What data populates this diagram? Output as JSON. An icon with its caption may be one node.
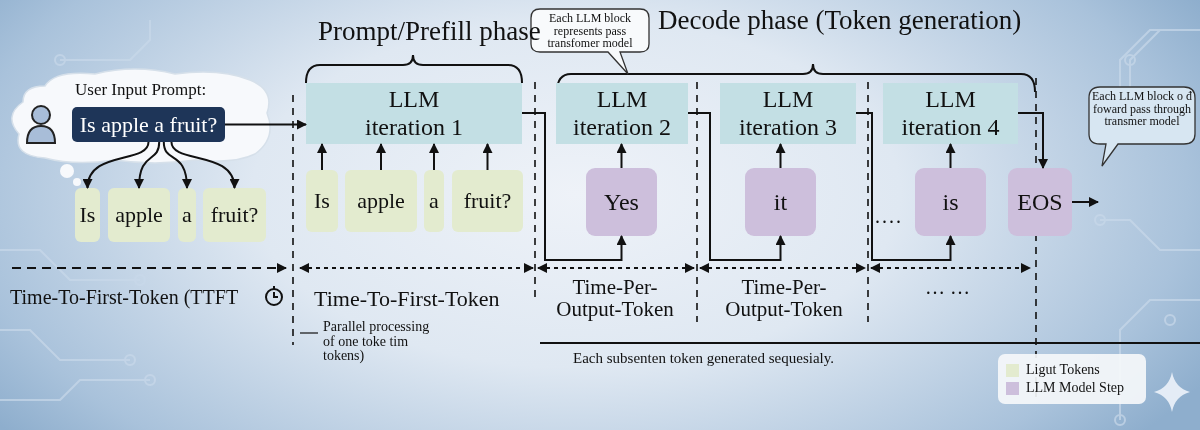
{
  "diagram": {
    "nodes": [
      {
        "text": [
          "User Input Prompt:"
        ]
      },
      {
        "text": [
          "Is apple a fruit?"
        ],
        "in": 0
      },
      {
        "text": [
          "Is"
        ]
      },
      {
        "text": [
          "apple"
        ]
      },
      {
        "text": [
          "a"
        ]
      },
      {
        "text": [
          "fruit?"
        ]
      },
      {
        "text": [
          "LLM iteration 1"
        ]
      },
      {
        "text": [
          "Is"
        ]
      },
      {
        "text": [
          "apple"
        ]
      },
      {
        "text": [
          "a"
        ]
      },
      {
        "text": [
          "fruit?"
        ]
      },
      {
        "text": [
          "LLM iteration 2"
        ]
      },
      {
        "text": [
          "Yes"
        ]
      },
      {
        "text": [
          "LLM iteration 3"
        ]
      },
      {
        "text": [
          "it"
        ]
      },
      {
        "text": [
          "LLM iteration 4"
        ]
      },
      {
        "text": [
          "is"
        ]
      },
      {
        "text": [
          "EOS"
        ]
      },
      {
        "text": [
          "Each LLM block represents pass transfomer model"
        ]
      },
      {
        "text": [
          "Each LLM block o đ foward pass through transmer model"
        ]
      }
    ],
    "edges": [
      {
        "from": 1,
        "to": 2,
        "arrow": "to"
      },
      {
        "from": 1,
        "to": 3,
        "arrow": "to"
      },
      {
        "from": 1,
        "to": 4,
        "arrow": "to"
      },
      {
        "from": 1,
        "to": 5,
        "arrow": "to"
      },
      {
        "from": 1,
        "to": 6,
        "arrow": "to"
      },
      {
        "from": 7,
        "to": 6,
        "arrow": "to"
      },
      {
        "from": 8,
        "to": 6,
        "arrow": "to"
      },
      {
        "from": 9,
        "to": 6,
        "arrow": "to"
      },
      {
        "from": 10,
        "to": 6,
        "arrow": "to"
      },
      {
        "from": 6,
        "to": 12,
        "arrow": "to"
      },
      {
        "from": 12,
        "to": 11,
        "arrow": "to"
      },
      {
        "from": 11,
        "to": 14,
        "arrow": "to"
      },
      {
        "from": 14,
        "to": 13,
        "arrow": "to"
      },
      {
        "from": 13,
        "to": 16,
        "arrow": "to"
      },
      {
        "from": 16,
        "to": 15,
        "arrow": "to"
      },
      {
        "from": 15,
        "to": 17,
        "arrow": "to"
      },
      {
        "from": 17,
        "to": null,
        "arrow": "to"
      }
    ],
    "labels": [
      "Prompt/Prefill phase",
      "Decode phase (Token generation)",
      "....",
      "Time-To-First-Token (TTFT",
      "Time-To-First-Token",
      "Time-Per-Output-Token",
      "Time-Per-Output-Token",
      "… …",
      "Parallel processing of one toke tim tokens)",
      "Each subsenten token generated sequesialy."
    ],
    "legend": [
      {
        "text": "Ligut Tokens",
        "color": "#e3ebcf"
      },
      {
        "text": "LLM Model Step",
        "color": "#cdbfdc"
      }
    ]
  }
}
